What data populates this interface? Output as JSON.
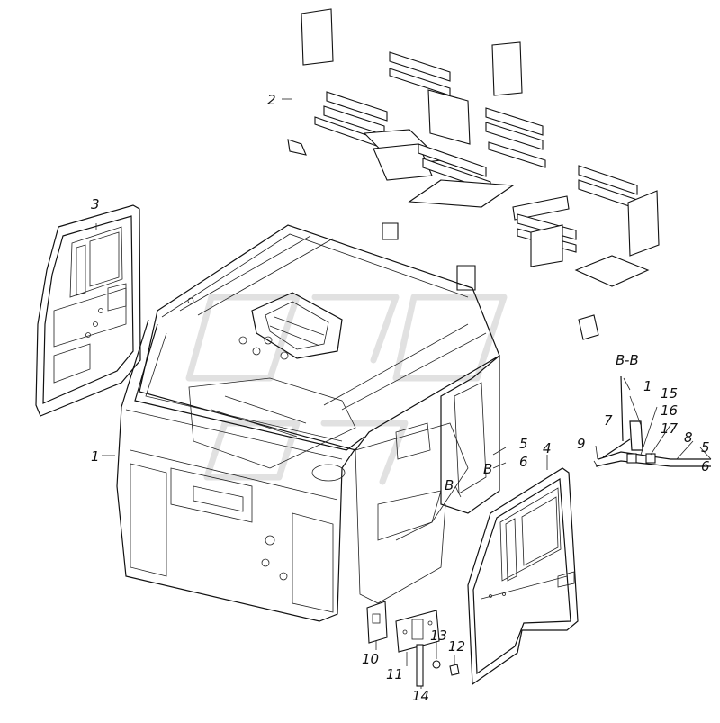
{
  "callouts": {
    "c1": "1",
    "c2": "2",
    "c3": "3",
    "c4": "4",
    "c5": "5",
    "c6": "6",
    "c10": "10",
    "c11": "11",
    "c12": "12",
    "c13": "13",
    "c14": "14",
    "sectionB_upper": "B",
    "sectionB_lower": "B"
  },
  "section_view": {
    "title": "B-B",
    "c1": "1",
    "c15": "15",
    "c16": "16",
    "c17": "17",
    "c7": "7",
    "c9": "9",
    "c8": "8",
    "c5": "5",
    "c6": "6"
  },
  "colors": {
    "line": "#111111",
    "background": "#ffffff",
    "watermark": "#c9c9c9"
  }
}
